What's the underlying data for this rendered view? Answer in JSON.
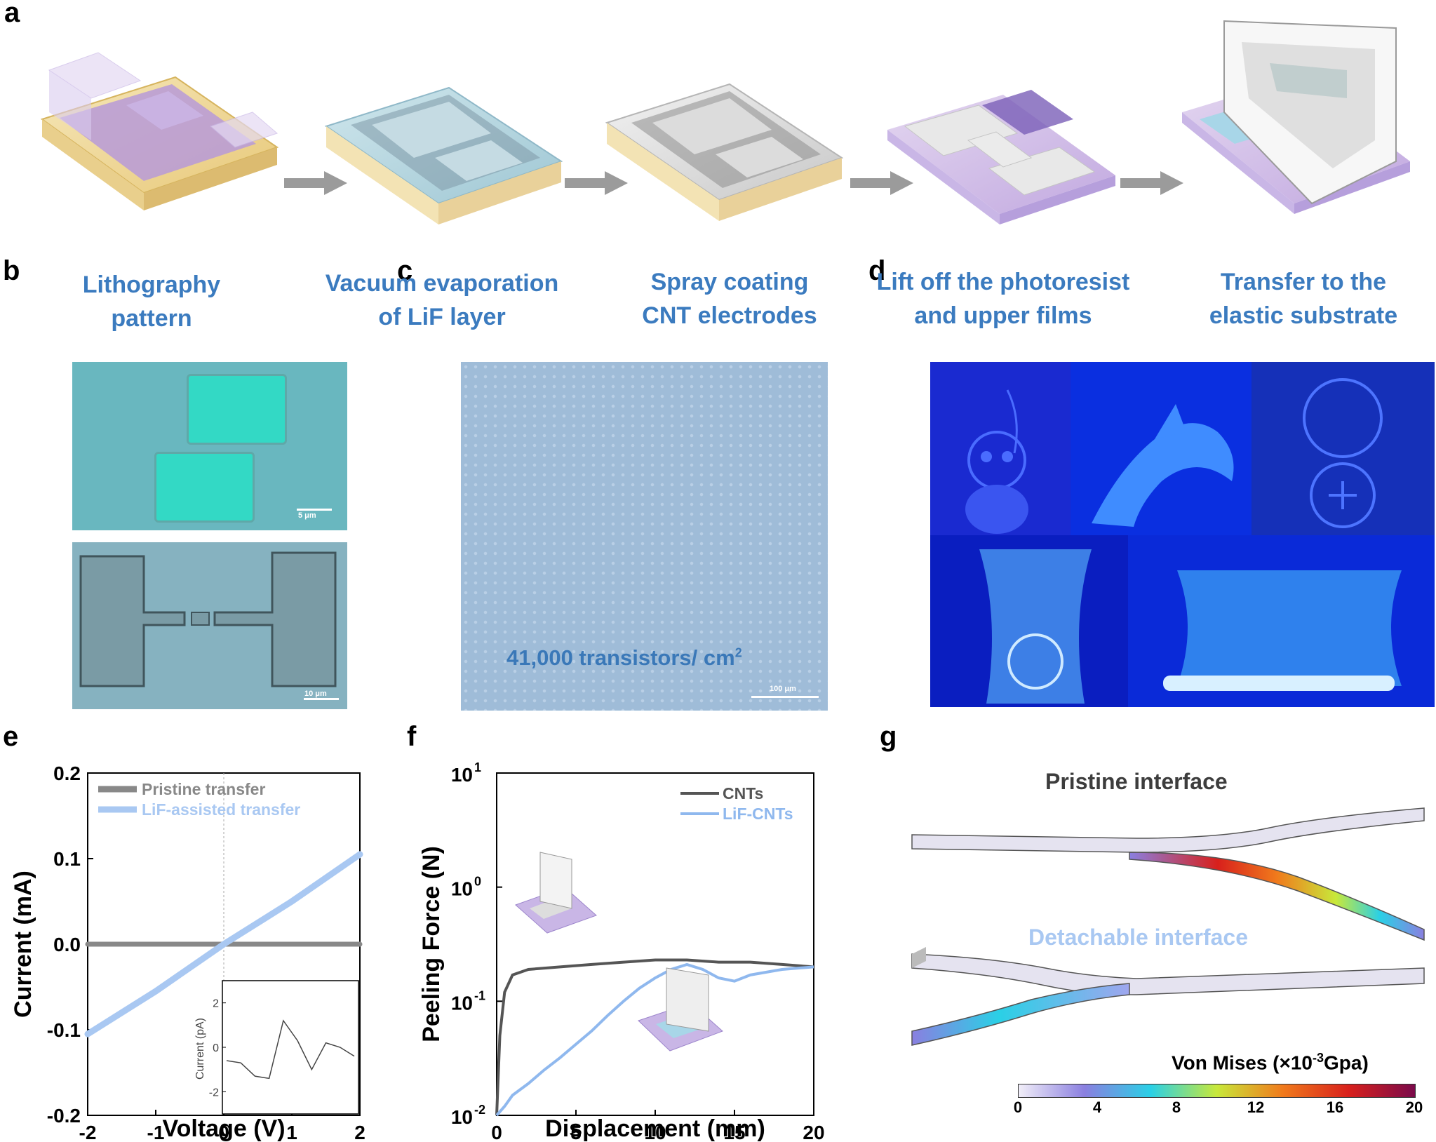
{
  "panel_labels": {
    "a": "a",
    "b": "b",
    "c": "c",
    "d": "d",
    "e": "e",
    "f": "f",
    "g": "g"
  },
  "panel_a": {
    "steps": [
      {
        "line1": "Lithography",
        "line2": "pattern"
      },
      {
        "line1": "Vacuum evaporation",
        "line2": "of LiF layer"
      },
      {
        "line1": "Spray coating",
        "line2": "CNT electrodes"
      },
      {
        "line1": "Lift off the photoresist",
        "line2": "and upper films"
      },
      {
        "line1": "Transfer to the",
        "line2": "elastic substrate"
      }
    ]
  },
  "panel_b": {
    "scale_top": "5 μm",
    "scale_bottom": "10 μm"
  },
  "panel_c": {
    "density_label": "41,000 transistors/ cm",
    "density_sup": "2",
    "scale": "100 μm"
  },
  "panel_g": {
    "title_top": "Pristine interface",
    "title_bottom": "Detachable interface",
    "colorbar_label_pre": "Von Mises (×10",
    "colorbar_label_sup": "-3",
    "colorbar_label_post": "Gpa)",
    "colorbar_ticks": [
      "0",
      "4",
      "8",
      "12",
      "16",
      "20"
    ],
    "colorbar_colors": [
      "#f1eef8",
      "#8a7fe0",
      "#2ad0e6",
      "#c8e83a",
      "#f07a1c",
      "#d8201c",
      "#7a0a4a"
    ]
  },
  "chart_data": [
    {
      "type": "line",
      "title": "",
      "xlabel": "Voltage (V)",
      "ylabel": "Current (mA)",
      "xlim": [
        -2,
        2
      ],
      "ylim": [
        -0.2,
        0.2
      ],
      "xticks": [
        "-2",
        "-1",
        "0",
        "1",
        "2"
      ],
      "yticks": [
        "0.2",
        "0.1",
        "0.0",
        "-0.1",
        "-0.2"
      ],
      "legend_position": "top-left",
      "series": [
        {
          "name": "Pristine transfer",
          "color": "#888888",
          "x": [
            -2,
            2
          ],
          "y": [
            0,
            0
          ]
        },
        {
          "name": "LiF-assisted transfer",
          "color": "#a9c8f2",
          "x": [
            -2,
            -1,
            0,
            1,
            2
          ],
          "y": [
            -0.105,
            -0.055,
            0,
            0.05,
            0.105
          ]
        }
      ],
      "inset": {
        "ylabel": "Current (pA)",
        "yticks": [
          "2",
          "0",
          "-2"
        ],
        "ylim": [
          -3,
          3
        ],
        "x": [
          0,
          1,
          2,
          3,
          4,
          5,
          6,
          7,
          8,
          9
        ],
        "y": [
          -0.6,
          -0.7,
          -1.3,
          -1.4,
          1.2,
          0.3,
          -1.0,
          0.2,
          0.0,
          -0.4
        ]
      }
    },
    {
      "type": "line",
      "title": "",
      "xlabel": "Displacement (mm)",
      "ylabel": "Peeling Force (N)",
      "xlim": [
        0,
        20
      ],
      "ylim": [
        0.01,
        10
      ],
      "yscale": "log",
      "xticks": [
        "0",
        "5",
        "10",
        "15",
        "20"
      ],
      "yticks": [
        {
          "base": "10",
          "exp": "1"
        },
        {
          "base": "10",
          "exp": "0"
        },
        {
          "base": "10",
          "exp": "-1"
        },
        {
          "base": "10",
          "exp": "-2"
        }
      ],
      "legend_position": "top-right",
      "series": [
        {
          "name": "CNTs",
          "color": "#555555",
          "x": [
            0,
            0.2,
            0.5,
            1,
            2,
            4,
            6,
            8,
            10,
            12,
            14,
            16,
            18,
            20
          ],
          "y": [
            0.01,
            0.05,
            0.12,
            0.17,
            0.19,
            0.2,
            0.21,
            0.22,
            0.23,
            0.23,
            0.22,
            0.22,
            0.21,
            0.2
          ]
        },
        {
          "name": "LiF-CNTs",
          "color": "#8fb8ee",
          "x": [
            0,
            0.5,
            1,
            2,
            3,
            4,
            5,
            6,
            7,
            8,
            9,
            10,
            11,
            12,
            13,
            14,
            15,
            16,
            18,
            20
          ],
          "y": [
            0.01,
            0.012,
            0.015,
            0.019,
            0.025,
            0.032,
            0.042,
            0.055,
            0.075,
            0.1,
            0.13,
            0.16,
            0.19,
            0.21,
            0.19,
            0.16,
            0.15,
            0.17,
            0.19,
            0.2
          ]
        }
      ]
    }
  ]
}
